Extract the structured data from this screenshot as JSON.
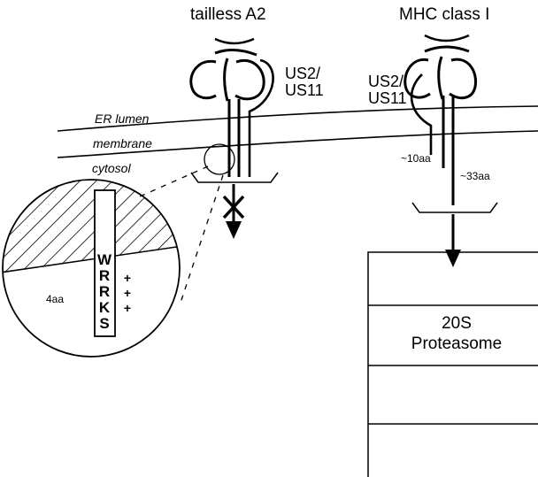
{
  "labels": {
    "tailless": "tailless A2",
    "mhc": "MHC class I",
    "us_left_1": "US2/",
    "us_left_2": "US11",
    "us_right_1": "US2/",
    "us_right_2": "US11",
    "er_lumen": "ER lumen",
    "membrane": "membrane",
    "cytosol": "cytosol",
    "tail_short": "~10aa",
    "tail_long": "~33aa",
    "four_aa": "4aa",
    "proteasome_1": "20S",
    "proteasome_2": "Proteasome"
  },
  "sequence": [
    "W",
    "R",
    "R",
    "K",
    "S"
  ],
  "charges": [
    "+",
    "+",
    "+"
  ],
  "colors": {
    "ink": "#000000",
    "background": "#ffffff"
  }
}
